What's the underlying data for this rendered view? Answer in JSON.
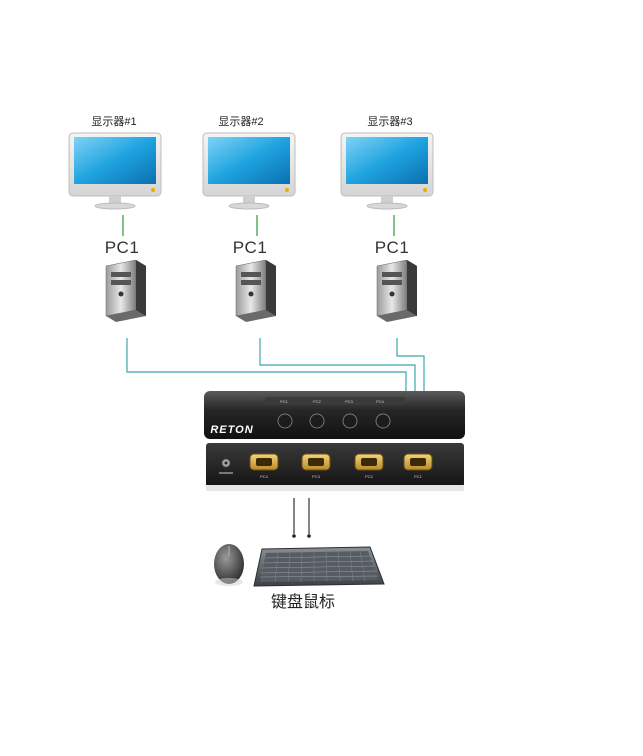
{
  "monitors": [
    {
      "label": "显示器#1"
    },
    {
      "label": "显示器#2"
    },
    {
      "label": "显示器#3"
    }
  ],
  "pcs": [
    {
      "label": "PC1"
    },
    {
      "label": "PC1"
    },
    {
      "label": "PC1"
    }
  ],
  "kvm": {
    "brand": "RETON",
    "front_ports": [
      "PC1",
      "PC2",
      "PC3",
      "PC4"
    ],
    "rear_ports": [
      "PC4",
      "PC3",
      "PC2",
      "PC1"
    ]
  },
  "peripherals": {
    "label": "键盘鼠标"
  },
  "colors": {
    "cable": "#3aa8b0",
    "monitor_link": "#2e9a3c",
    "screen": "#1fa3e0"
  }
}
